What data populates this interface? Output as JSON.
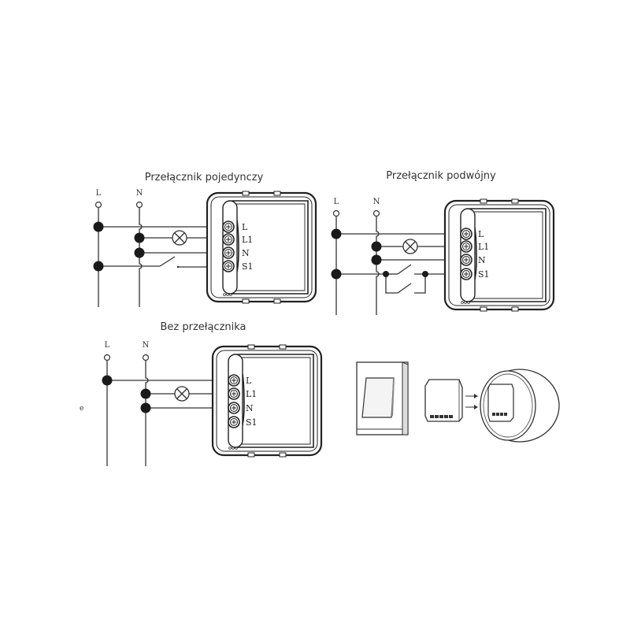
{
  "diagrams": [
    {
      "title": "Przełącznik pojedynczy",
      "bus_labels": [
        "L",
        "N"
      ],
      "terminals": [
        "L",
        "L1",
        "N",
        "S1"
      ],
      "switch": "single"
    },
    {
      "title": "Przełącznik podwójny",
      "bus_labels": [
        "L",
        "N"
      ],
      "terminals": [
        "L",
        "L1",
        "N",
        "S1"
      ],
      "switch": "two-way"
    },
    {
      "title": "Bez przełącznika",
      "bus_labels": [
        "L",
        "N"
      ],
      "terminals": [
        "L",
        "L1",
        "N",
        "S1"
      ],
      "switch": "none"
    }
  ],
  "stray_mark": "e",
  "illustration": {
    "description": "wall switch, relay module inserted into wall box"
  },
  "colors": {
    "line": "#333333",
    "background": "#ffffff"
  }
}
